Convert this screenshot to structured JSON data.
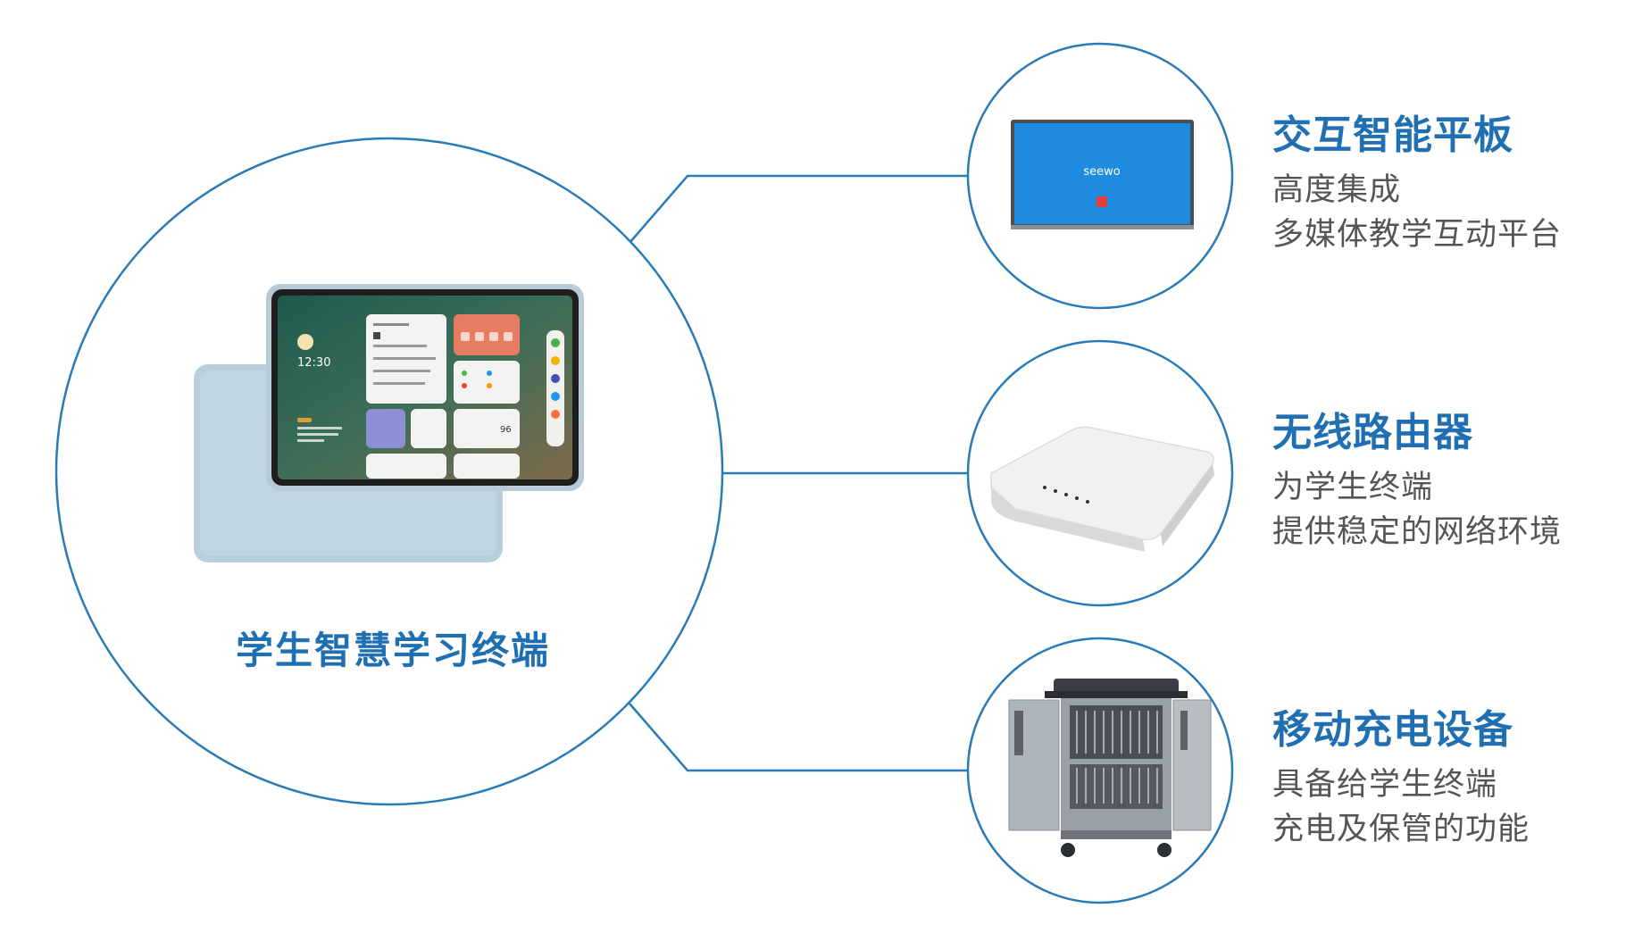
{
  "main": {
    "title": "学生智慧学习终端"
  },
  "tablet_screen": {
    "time": "12:30",
    "brand": "seewo"
  },
  "items": [
    {
      "title": "交互智能平板",
      "desc": [
        "高度集成",
        "多媒体教学互动平台"
      ]
    },
    {
      "title": "无线路由器",
      "desc": [
        "为学生终端",
        "提供稳定的网络环境"
      ]
    },
    {
      "title": "移动充电设备",
      "desc": [
        "具备给学生终端",
        "充电及保管的功能"
      ]
    }
  ],
  "colors": {
    "accent": "#1f6fb2",
    "line": "#2a7ab8",
    "text": "#555555"
  }
}
